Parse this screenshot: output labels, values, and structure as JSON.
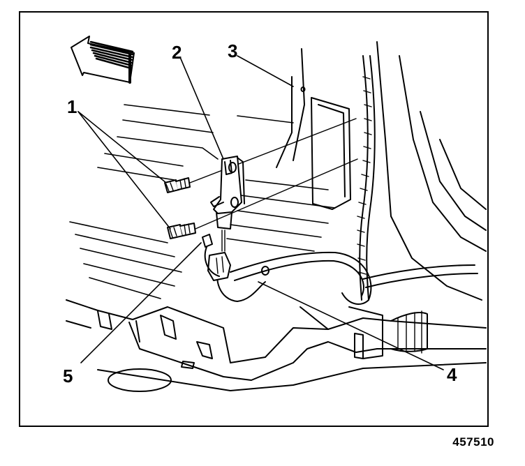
{
  "callouts": {
    "c1": "1",
    "c2": "2",
    "c3": "3",
    "c4": "4",
    "c5": "5"
  },
  "figure_number": "457510",
  "icons": {
    "direction_arrow": "forward-arrow-icon",
    "bolt": "bolt-icon",
    "bracket": "sensor-bracket",
    "connector": "electrical-connector-icon"
  },
  "colors": {
    "line": "#000000",
    "background": "#ffffff"
  }
}
